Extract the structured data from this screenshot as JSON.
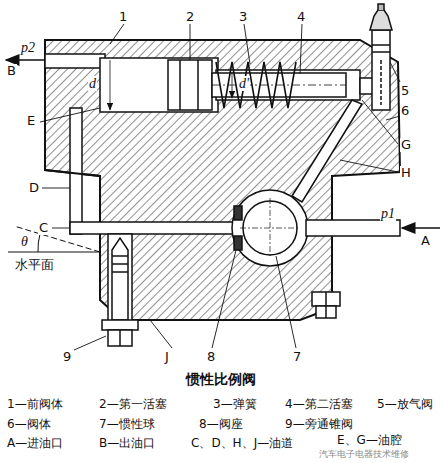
{
  "diagram": {
    "caption": "惯性比例阀",
    "labels": [
      "1",
      "2",
      "3",
      "4",
      "5",
      "6",
      "G",
      "H",
      "B",
      "p2",
      "d",
      "d'",
      "E",
      "D",
      "C",
      "θ",
      "水平面",
      "A",
      "p1",
      "9",
      "J",
      "8",
      "7",
      "1—前阀体",
      "2—第一活塞",
      "3—弹簧",
      "4—第二活塞",
      "5—放气阀",
      "6—阀体",
      "7—惯性球",
      "8—阀座",
      "9—旁通锥阀",
      "A—进油口",
      "B—出油口",
      "C、D、H、J—油道",
      "E、G—油腔",
      "汽车电子电器技术维修"
    ]
  }
}
